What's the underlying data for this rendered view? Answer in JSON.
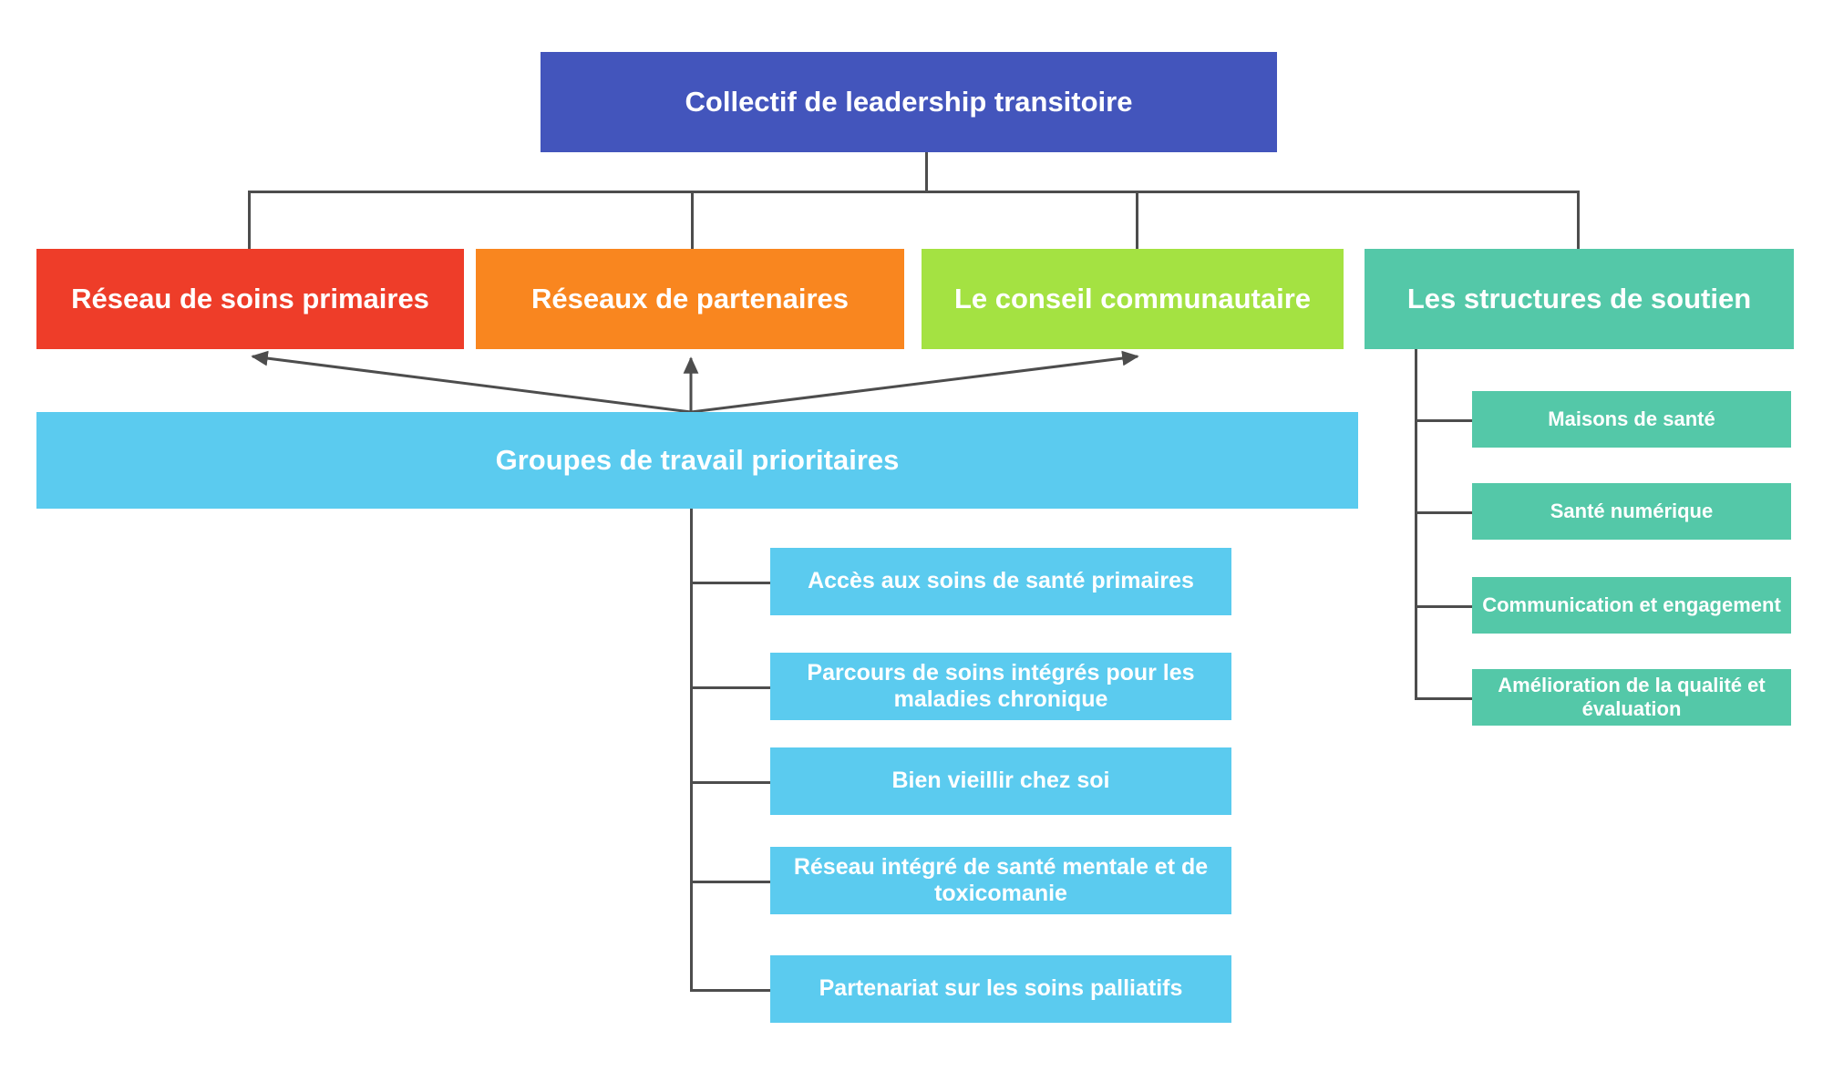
{
  "diagram": {
    "title": "Collectif de leadership transitoire",
    "type": "organizational-hierarchy-chart",
    "colors": {
      "root": "#4355BC",
      "primary_care": "#EE3D29",
      "partner_networks": "#F9861F",
      "community_council": "#A4E242",
      "support_structures": "#54C8A8",
      "working_groups": "#5BCBEF",
      "connector": "#4D4D4D",
      "background": "#FFFFFF",
      "text": "#FFFFFF"
    }
  },
  "root": {
    "label": "Collectif de leadership transitoire"
  },
  "pillars": [
    {
      "id": "primary-care",
      "label": "Réseau de soins primaires"
    },
    {
      "id": "partner-networks",
      "label": "Réseaux de partenaires"
    },
    {
      "id": "community-council",
      "label": "Le conseil communautaire"
    },
    {
      "id": "support-structures",
      "label": "Les structures de soutien"
    }
  ],
  "working_groups": {
    "label": "Groupes de travail prioritaires",
    "items": [
      {
        "label": "Accès aux soins de santé primaires"
      },
      {
        "label": "Parcours de soins intégrés pour les maladies chronique"
      },
      {
        "label": "Bien vieillir chez soi"
      },
      {
        "label": "Réseau intégré de santé mentale et de toxicomanie"
      },
      {
        "label": "Partenariat sur les soins palliatifs"
      }
    ]
  },
  "support_structures": {
    "label": "Les structures de soutien",
    "items": [
      {
        "label": "Maisons de santé"
      },
      {
        "label": "Santé numérique"
      },
      {
        "label": "Communication et engagement"
      },
      {
        "label": "Amélioration de la qualité et évaluation"
      }
    ]
  }
}
